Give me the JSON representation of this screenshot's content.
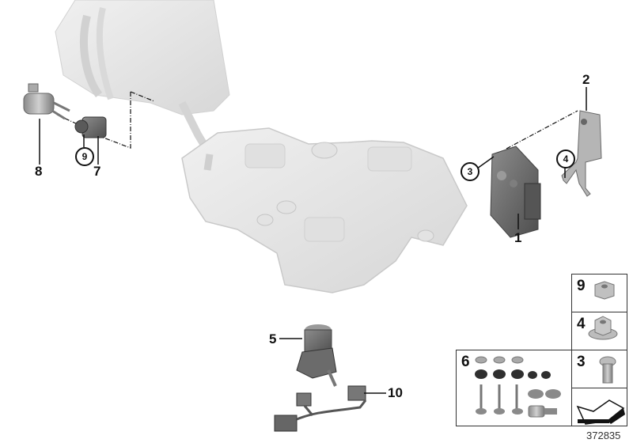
{
  "diagram": {
    "type": "parts-exploded-view",
    "reference_number": "372835",
    "callouts": [
      {
        "id": "1",
        "label": "1",
        "style": "plain"
      },
      {
        "id": "2",
        "label": "2",
        "style": "plain"
      },
      {
        "id": "3",
        "label": "3",
        "style": "circled"
      },
      {
        "id": "4",
        "label": "4",
        "style": "circled"
      },
      {
        "id": "5",
        "label": "5",
        "style": "plain"
      },
      {
        "id": "7",
        "label": "7",
        "style": "plain"
      },
      {
        "id": "8",
        "label": "8",
        "style": "plain"
      },
      {
        "id": "9",
        "label": "9",
        "style": "circled"
      },
      {
        "id": "10",
        "label": "10",
        "style": "plain"
      }
    ],
    "legend_boxes": [
      {
        "label": "9",
        "part": "hex-nut"
      },
      {
        "label": "4",
        "part": "flange-nut"
      },
      {
        "label": "3",
        "part": "rivet-bolt"
      },
      {
        "label": "",
        "part": "direction-arrow"
      },
      {
        "label": "6",
        "part": "mounting-kit"
      }
    ],
    "colors": {
      "part_dark": "#6e6e6e",
      "tank": "#e6e6e6",
      "line": "#111111"
    }
  }
}
